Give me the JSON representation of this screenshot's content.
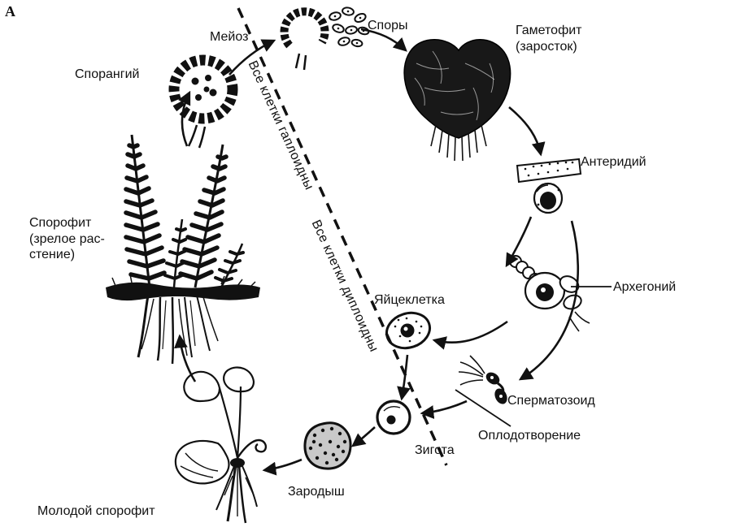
{
  "panel_letter": "А",
  "colors": {
    "ink": "#111111",
    "background": "#ffffff",
    "embryo_fill": "#c9c9c9"
  },
  "labels": {
    "sporangium": "Спорангий",
    "meiosis": "Мейоз",
    "spores": "Споры",
    "gametophyte": "Гаметофит\n(заросток)",
    "antheridium": "Антеридий",
    "archegonium": "Архегоний",
    "sporophyte": "Спорофит\n(зрелое рас-\nстение)",
    "egg": "Яйцеклетка",
    "sperm": "Сперматозоид",
    "fertilization": "Оплодотворение",
    "zygote": "Зигота",
    "embryo": "Зародыш",
    "young_sporophyte": "Молодой спорофит",
    "haploid_note": "Все клетки гаплоидны",
    "diploid_note": "Все клетки диплоидны"
  }
}
